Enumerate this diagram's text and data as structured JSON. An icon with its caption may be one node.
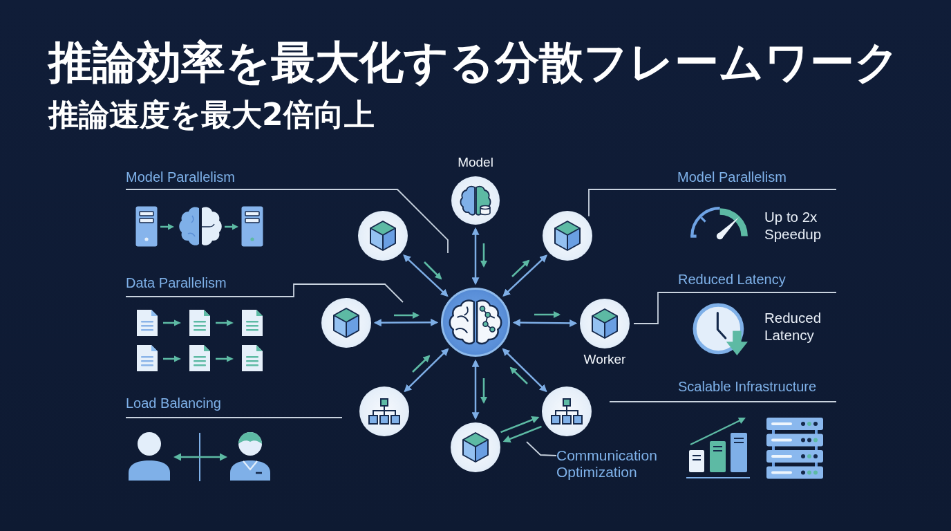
{
  "diagram": {
    "title": "推論効率を最大化する分散フレームワーク",
    "nodes": [
      {
        "text": [
          "Model"
        ]
      },
      {
        "text": [
          "Model Parallelism"
        ]
      },
      {
        "text": [
          "Model Parallelism"
        ]
      },
      {
        "text": [],
        "shape": "circle"
      },
      {
        "text": [],
        "shape": "circle"
      },
      {
        "text": [
          "Data Parallelism"
        ]
      },
      {
        "text": [
          "Reduced Latency"
        ]
      },
      {
        "text": [],
        "shape": "circle"
      },
      {
        "text": [],
        "shape": "circle"
      },
      {
        "text": [
          "Worker"
        ]
      },
      {
        "text": [],
        "shape": "circle"
      },
      {
        "text": [],
        "shape": "circle"
      },
      {
        "text": [],
        "shape": "circle"
      },
      {
        "text": [
          "Communication Optimization"
        ]
      }
    ],
    "edges": [
      {
        "from": 8,
        "to": 0,
        "arrow": "both"
      },
      {
        "from": 8,
        "to": 3,
        "arrow": "both"
      },
      {
        "from": 8,
        "to": 4,
        "arrow": "both"
      },
      {
        "from": 8,
        "to": 7,
        "arrow": "both"
      },
      {
        "from": 8,
        "to": 9,
        "arrow": "both"
      },
      {
        "from": 8,
        "to": 10,
        "arrow": "both"
      },
      {
        "from": 8,
        "to": 11,
        "arrow": "both"
      },
      {
        "from": 8,
        "to": 12,
        "arrow": "both"
      },
      {
        "from": 12,
        "to": 11,
        "arrow": "to",
        "color": "#5dbaa4"
      },
      {
        "from": 11,
        "to": 12,
        "arrow": "to",
        "color": "#5dbaa4"
      },
      {
        "from": 1,
        "to": null,
        "arrow": "none",
        "color": "#c9d3df"
      },
      {
        "from": 5,
        "to": null,
        "arrow": "none",
        "color": "#c9d3df"
      },
      {
        "from": 2,
        "to": 4,
        "arrow": "none",
        "color": "#c9d3df"
      },
      {
        "from": 6,
        "to": 9,
        "arrow": "none",
        "color": "#c9d3df"
      },
      {
        "from": 13,
        "to": null,
        "arrow": "none",
        "color": "#c9d3df"
      }
    ],
    "labels": [
      "推論速度を最大2倍向上",
      "Up to 2x Speedup",
      "Reduced Latency",
      "Scalable Infrastructure",
      "Load Balancing"
    ]
  }
}
